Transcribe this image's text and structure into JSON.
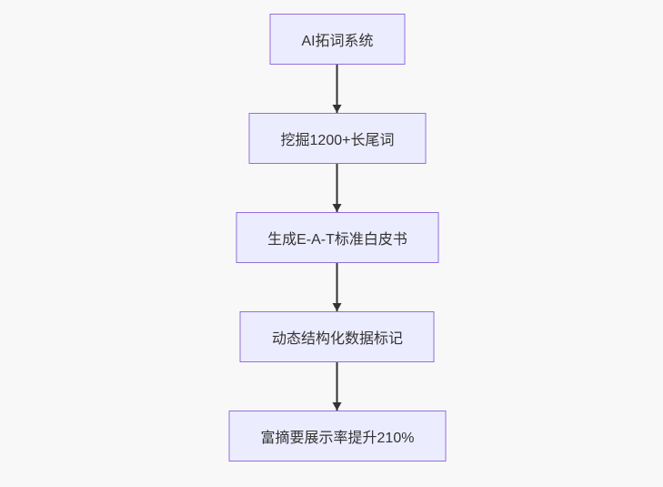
{
  "diagram": {
    "type": "flowchart",
    "direction": "top-down",
    "nodes": [
      {
        "id": "n1",
        "label": "AI拓词系统"
      },
      {
        "id": "n2",
        "label": "挖掘1200+长尾词"
      },
      {
        "id": "n3",
        "label": "生成E-A-T标准白皮书"
      },
      {
        "id": "n4",
        "label": "动态结构化数据标记"
      },
      {
        "id": "n5",
        "label": "富摘要展示率提升210%"
      }
    ],
    "edges": [
      {
        "from": "n1",
        "to": "n2",
        "style": "arrow-down"
      },
      {
        "from": "n2",
        "to": "n3",
        "style": "arrow-down"
      },
      {
        "from": "n3",
        "to": "n4",
        "style": "arrow-down"
      },
      {
        "from": "n4",
        "to": "n5",
        "style": "arrow-down"
      }
    ],
    "colors": {
      "node_fill": "#ececff",
      "node_border": "#9370db",
      "node_text": "#333333",
      "arrow": "#333333",
      "background": "#f8f8f8"
    }
  }
}
